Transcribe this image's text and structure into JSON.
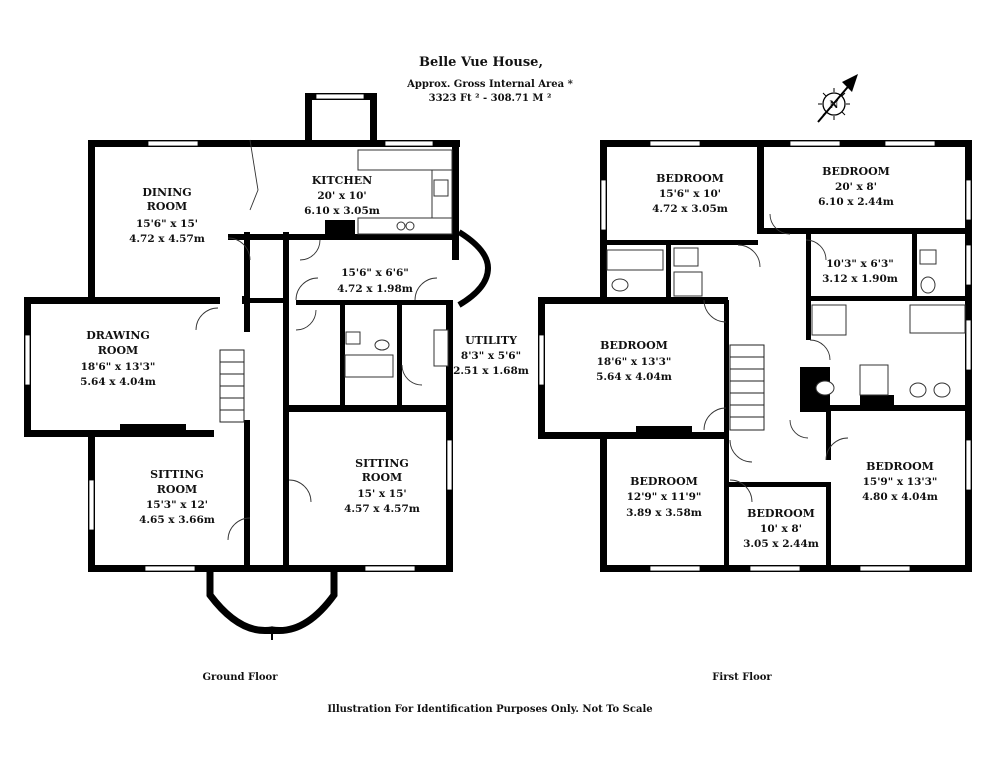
{
  "header": {
    "title": "Belle Vue House,",
    "area_label": "Approx. Gross Internal Area *",
    "area_value": "3323 Ft ² - 308.71 M ²"
  },
  "compass": {
    "letter": "N"
  },
  "ground_floor": {
    "label": "Ground Floor",
    "rooms": [
      {
        "name": "DINING",
        "name2": "ROOM",
        "imperial": "15'6\" x 15'",
        "metric": "4.72 x 4.57m"
      },
      {
        "name": "KITCHEN",
        "imperial": "20' x 10'",
        "metric": "6.10 x 3.05m"
      },
      {
        "imperial": "15'6\" x 6'6\"",
        "metric": "4.72 x 1.98m"
      },
      {
        "name": "UTILITY",
        "imperial": "8'3\" x 5'6\"",
        "metric": "2.51 x 1.68m"
      },
      {
        "name": "DRAWING",
        "name2": "ROOM",
        "imperial": "18'6\" x 13'3\"",
        "metric": "5.64 x 4.04m"
      },
      {
        "name": "SITTING",
        "name2": "ROOM",
        "imperial": "15'3\" x 12'",
        "metric": "4.65 x 3.66m"
      },
      {
        "name": "SITTING",
        "name2": "ROOM",
        "imperial": "15' x 15'",
        "metric": "4.57 x 4.57m"
      }
    ]
  },
  "first_floor": {
    "label": "First Floor",
    "rooms": [
      {
        "name": "BEDROOM",
        "imperial": "15'6\" x 10'",
        "metric": "4.72 x 3.05m"
      },
      {
        "name": "BEDROOM",
        "imperial": "20' x 8'",
        "metric": "6.10 x 2.44m"
      },
      {
        "imperial": "10'3\" x 6'3\"",
        "metric": "3.12 x 1.90m"
      },
      {
        "name": "BEDROOM",
        "imperial": "18'6\" x 13'3\"",
        "metric": "5.64 x 4.04m"
      },
      {
        "name": "BEDROOM",
        "imperial": "12'9\" x 11'9\"",
        "metric": "3.89 x 3.58m"
      },
      {
        "name": "BEDROOM",
        "imperial": "10' x 8'",
        "metric": "3.05 x 2.44m"
      },
      {
        "name": "BEDROOM",
        "imperial": "15'9\" x 13'3\"",
        "metric": "4.80 x 4.04m"
      }
    ]
  },
  "footer": {
    "disclaimer": "Illustration For Identification Purposes Only. Not To Scale"
  }
}
